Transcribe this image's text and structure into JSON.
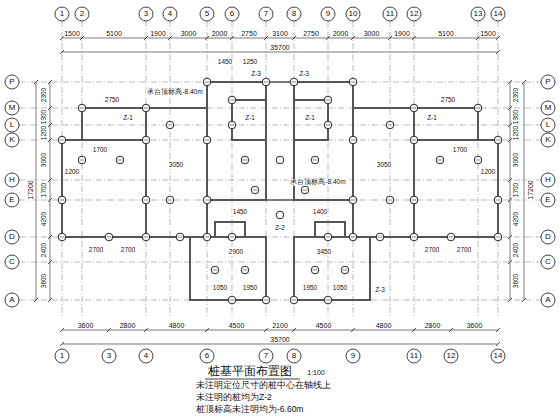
{
  "diagram": {
    "title": "桩基平面布置图",
    "labels": [
      "1",
      "2",
      "3",
      "4",
      "5",
      "6",
      "7",
      "8",
      "9",
      "10",
      "11",
      "12",
      "13",
      "14",
      "1500",
      "5100",
      "1900",
      "3000",
      "2000",
      "2750",
      "3100",
      "2750",
      "2000",
      "3000",
      "1900",
      "5100",
      "1500",
      "35700",
      "P",
      "M",
      "L",
      "K",
      "H",
      "E",
      "D",
      "C",
      "A",
      "2300",
      "1300",
      "1200",
      "3000",
      "1700",
      "4200",
      "2400",
      "3600",
      "17200",
      "P",
      "M",
      "L",
      "K",
      "H",
      "E",
      "D",
      "C",
      "A",
      "2300",
      "1300",
      "1200",
      "3000",
      "1700",
      "4200",
      "2400",
      "3600",
      "17200",
      "3600",
      "2800",
      "4800",
      "4500",
      "2100",
      "4500",
      "4800",
      "2800",
      "3600",
      "35700",
      "1",
      "3",
      "4",
      "6",
      "7",
      "8",
      "9",
      "11",
      "12",
      "14",
      "1450",
      "1250",
      "Z-3",
      "Z-3",
      "2750",
      "2750",
      "Z-1",
      "Z-1",
      "Z-1",
      "Z-1",
      "承台顶标高-8.40m",
      "1700",
      "1700",
      "1200",
      "1200",
      "3050",
      "3050",
      "承台顶标高-8.40m",
      "1450",
      "1400",
      "Z-2",
      "2700",
      "2700",
      "2700",
      "2700",
      "2900",
      "3450",
      "1050",
      "1950",
      "1950",
      "1050",
      "Z-3",
      "1:100",
      "未注明定位尺寸的桩中心在轴线上",
      "未注明的桩均为Z-2",
      "桩顶标高未注明均为-6.60m"
    ]
  }
}
